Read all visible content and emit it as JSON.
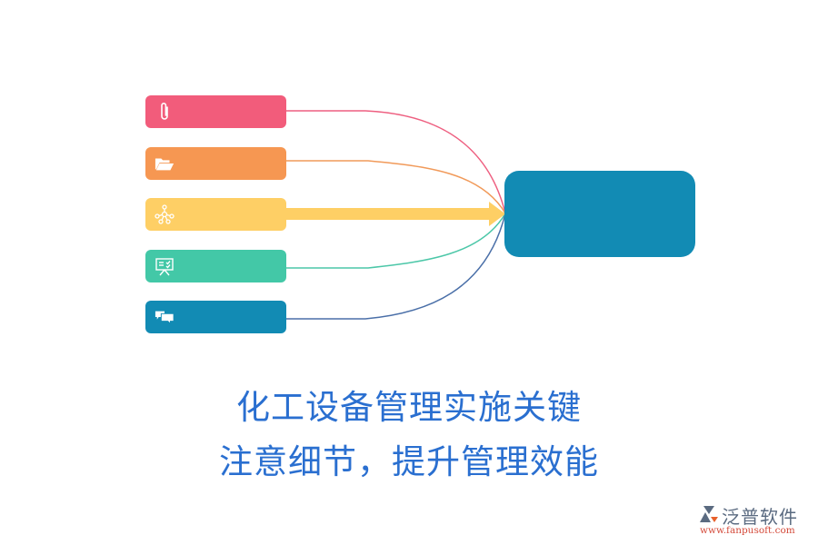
{
  "diagram": {
    "items": [
      {
        "icon": "paperclip-icon",
        "color": "#f25c7b",
        "connector_color": "#ee5f80"
      },
      {
        "icon": "folder-open-icon",
        "color": "#f69752",
        "connector_color": "#f19a5a"
      },
      {
        "icon": "network-icon",
        "color": "#fecf65",
        "connector_color": "#fecf65"
      },
      {
        "icon": "presentation-board-icon",
        "color": "#43c8a7",
        "connector_color": "#4cc7a8"
      },
      {
        "icon": "chat-bubbles-icon",
        "color": "#128bb4",
        "connector_color": "#4a6fa8"
      }
    ],
    "center_color": "#128bb4"
  },
  "title": {
    "line1": "化工设备管理实施关键",
    "line2": "注意细节，提升管理效能",
    "color": "#2a6fd0"
  },
  "logo": {
    "brand": "泛普软件",
    "url": "www.fanpusoft.com"
  }
}
